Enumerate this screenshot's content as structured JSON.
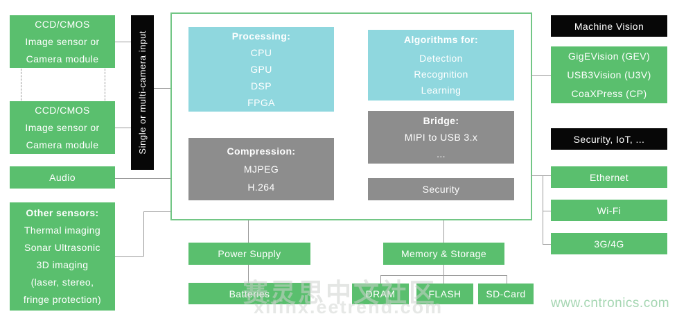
{
  "palette": {
    "box_green": "#5abf6e",
    "box_blue": "#8fd7de",
    "box_gray": "#8d8d8d",
    "box_black": "#070707",
    "frame_border_green": "#72c685",
    "connector_gray": "#9a9a9a",
    "watermark_gray": "#cdd2cd",
    "watermark_green": "#a5d6b2"
  },
  "left_column": {
    "camera1": {
      "lines": [
        "CCD/CMOS",
        "Image sensor or",
        "Camera module"
      ]
    },
    "camera2": {
      "lines": [
        "CCD/CMOS",
        "Image sensor or",
        "Camera module"
      ]
    },
    "audio": "Audio",
    "other_sensors": {
      "title": "Other sensors:",
      "lines": [
        "Thermal imaging",
        "Sonar Ultrasonic",
        "3D imaging",
        "(laser, stereo,",
        "fringe protection)"
      ]
    }
  },
  "input_bar": {
    "label": "Single or multi-camera input"
  },
  "soc": {
    "processing": {
      "title": "Processing:",
      "items": [
        "CPU",
        "GPU",
        "DSP",
        "FPGA"
      ]
    },
    "algorithms": {
      "title": "Algorithms for:",
      "items": [
        "Detection",
        "Recognition",
        "Learning"
      ]
    },
    "compression": {
      "title": "Compression:",
      "items": [
        "MJPEG",
        "H.264"
      ]
    },
    "bridge": {
      "title": "Bridge:",
      "items": [
        "MIPI to USB 3.x",
        "..."
      ]
    },
    "security": "Security"
  },
  "right_column": {
    "machine_vision_header": "Machine Vision",
    "machine_vision_items": [
      "GigEVision (GEV)",
      "USB3Vision (U3V)",
      "CoaXPress (CP)"
    ],
    "security_iot_header": "Security, IoT, ...",
    "connectivity": [
      "Ethernet",
      "Wi-Fi",
      "3G/4G"
    ]
  },
  "bottom": {
    "power_supply": "Power Supply",
    "batteries": "Batteries",
    "memory": "Memory & Storage",
    "dram": "DRAM",
    "flash": "FLASH",
    "sd_card": "SD-Card"
  },
  "watermarks": {
    "center_cn": "赛灵思中文社区",
    "center_url": "xilinx.eetrend.com",
    "bottom_right": "www.cntronics.com"
  }
}
